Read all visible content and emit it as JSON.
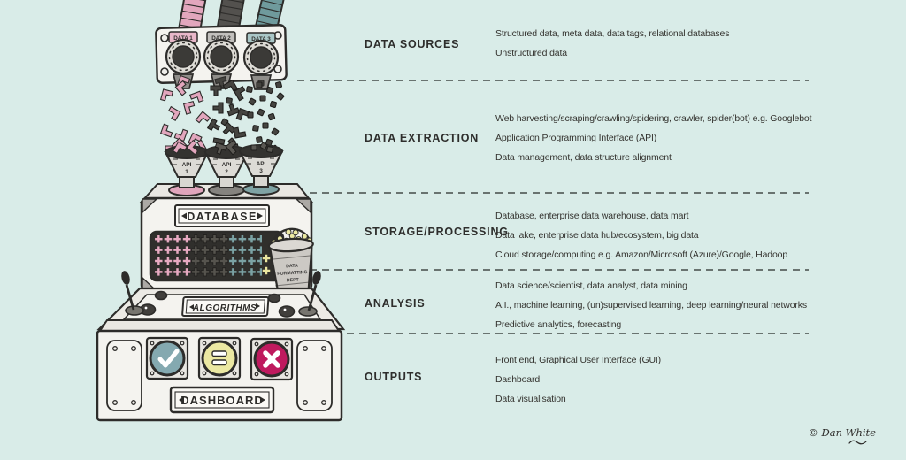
{
  "colors": {
    "background": "#d9ece8",
    "ink": "#2d2c2a",
    "pink": "#e2a6bd",
    "dark_gray": "#454440",
    "teal": "#769fa1",
    "yellow": "#ebe8a2",
    "magenta": "#bf1a5e",
    "machine_white": "#f4f3ef"
  },
  "machine": {
    "ports": [
      "DATA 1",
      "DATA 2",
      "DATA 3"
    ],
    "funnels": [
      {
        "label": "API",
        "num": "1"
      },
      {
        "label": "API",
        "num": "2"
      },
      {
        "label": "API",
        "num": "3"
      }
    ],
    "database_plate": "DATABASE",
    "algorithms_plate": "ALGORITHMS",
    "dashboard_plate": "DASHBOARD",
    "bucket_lines": [
      "DATA",
      "FORMATTING",
      "DEPT"
    ]
  },
  "sections": [
    {
      "label": "DATA SOURCES",
      "lines": [
        "Structured data, meta data, data tags, relational databases",
        "Unstructured data"
      ]
    },
    {
      "label": "DATA EXTRACTION",
      "lines": [
        "Web harvesting/scraping/crawling/spidering, crawler, spider(bot) e.g. Googlebot",
        "Application Programming Interface (API)",
        "Data management, data structure alignment"
      ]
    },
    {
      "label": "STORAGE/PROCESSING",
      "lines": [
        "Database, enterprise data warehouse, data mart",
        "Data lake, enterprise data hub/ecosystem, big data",
        "Cloud storage/computing e.g. Amazon/Microsoft (Azure)/Google, Hadoop"
      ]
    },
    {
      "label": "ANALYSIS",
      "lines": [
        "Data science/scientist, data analyst, data mining",
        "A.I., machine learning, (un)supervised learning, deep learning/neural networks",
        "Predictive analytics, forecasting"
      ]
    },
    {
      "label": "OUTPUTS",
      "lines": [
        "Front end, Graphical User Interface (GUI)",
        "Dashboard",
        "Data visualisation"
      ]
    }
  ],
  "signature": "© Dan White"
}
